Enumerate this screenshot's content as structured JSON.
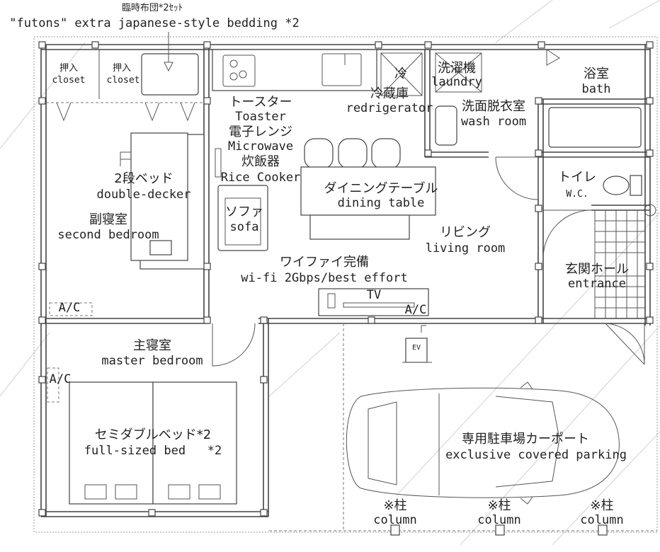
{
  "title": "Floor plan",
  "futons": {
    "jp": "臨時布団*2ｾｯﾄ",
    "en": "\"futons\" extra japanese-style bedding *2"
  },
  "closet1": {
    "jp": "押入",
    "en": "closet"
  },
  "closet2": {
    "jp": "押入",
    "en": "closet"
  },
  "toaster": {
    "jp": "トースター",
    "en": "Toaster"
  },
  "microwave": {
    "jp": "電子レンジ",
    "en": "Microwave"
  },
  "rice": {
    "jp": "炊飯器",
    "en": "Rice Cooker"
  },
  "fridge": {
    "jp1": "冷",
    "jp2": "冷蔵庫",
    "en": "redrigerator"
  },
  "laundry": {
    "jp": "洗濯機",
    "en": "laundry"
  },
  "bath": {
    "jp": "浴室",
    "en": "bath"
  },
  "washroom": {
    "jp": "洗面脱衣室",
    "en": "wash room"
  },
  "bunk": {
    "jp": "2段ベッド",
    "en": "double-decker"
  },
  "dining": {
    "jp": "ダイニングテーブル",
    "en": "dining table"
  },
  "toilet": {
    "jp": "トイレ",
    "en": "W.C."
  },
  "sofa": {
    "jp": "ソファ",
    "en": "sofa"
  },
  "second_bedroom": {
    "jp": "副寝室",
    "en": "second bedroom"
  },
  "living": {
    "jp": "リビング",
    "en": "living room"
  },
  "wifi": {
    "jp": "ワイファイ完備",
    "en": "wi-fi 2Gbps/best effort"
  },
  "entrance": {
    "jp": "玄関ホール",
    "en": "entrance"
  },
  "tv": "TV",
  "ac1": "A/C",
  "ac2": "A/C",
  "ac3": "A/C",
  "ev": "EV",
  "master_bedroom": {
    "jp": "主寝室",
    "en": "master bedroom"
  },
  "beds": {
    "jp": "セミダブルベッド*2",
    "en": "full-sized bed   *2"
  },
  "parking": {
    "jp": "専用駐車場カーポート",
    "en": "exclusive covered parking"
  },
  "columns": [
    {
      "jp": "※柱",
      "en": "column"
    },
    {
      "jp": "※柱",
      "en": "column"
    },
    {
      "jp": "※柱",
      "en": "column"
    }
  ]
}
